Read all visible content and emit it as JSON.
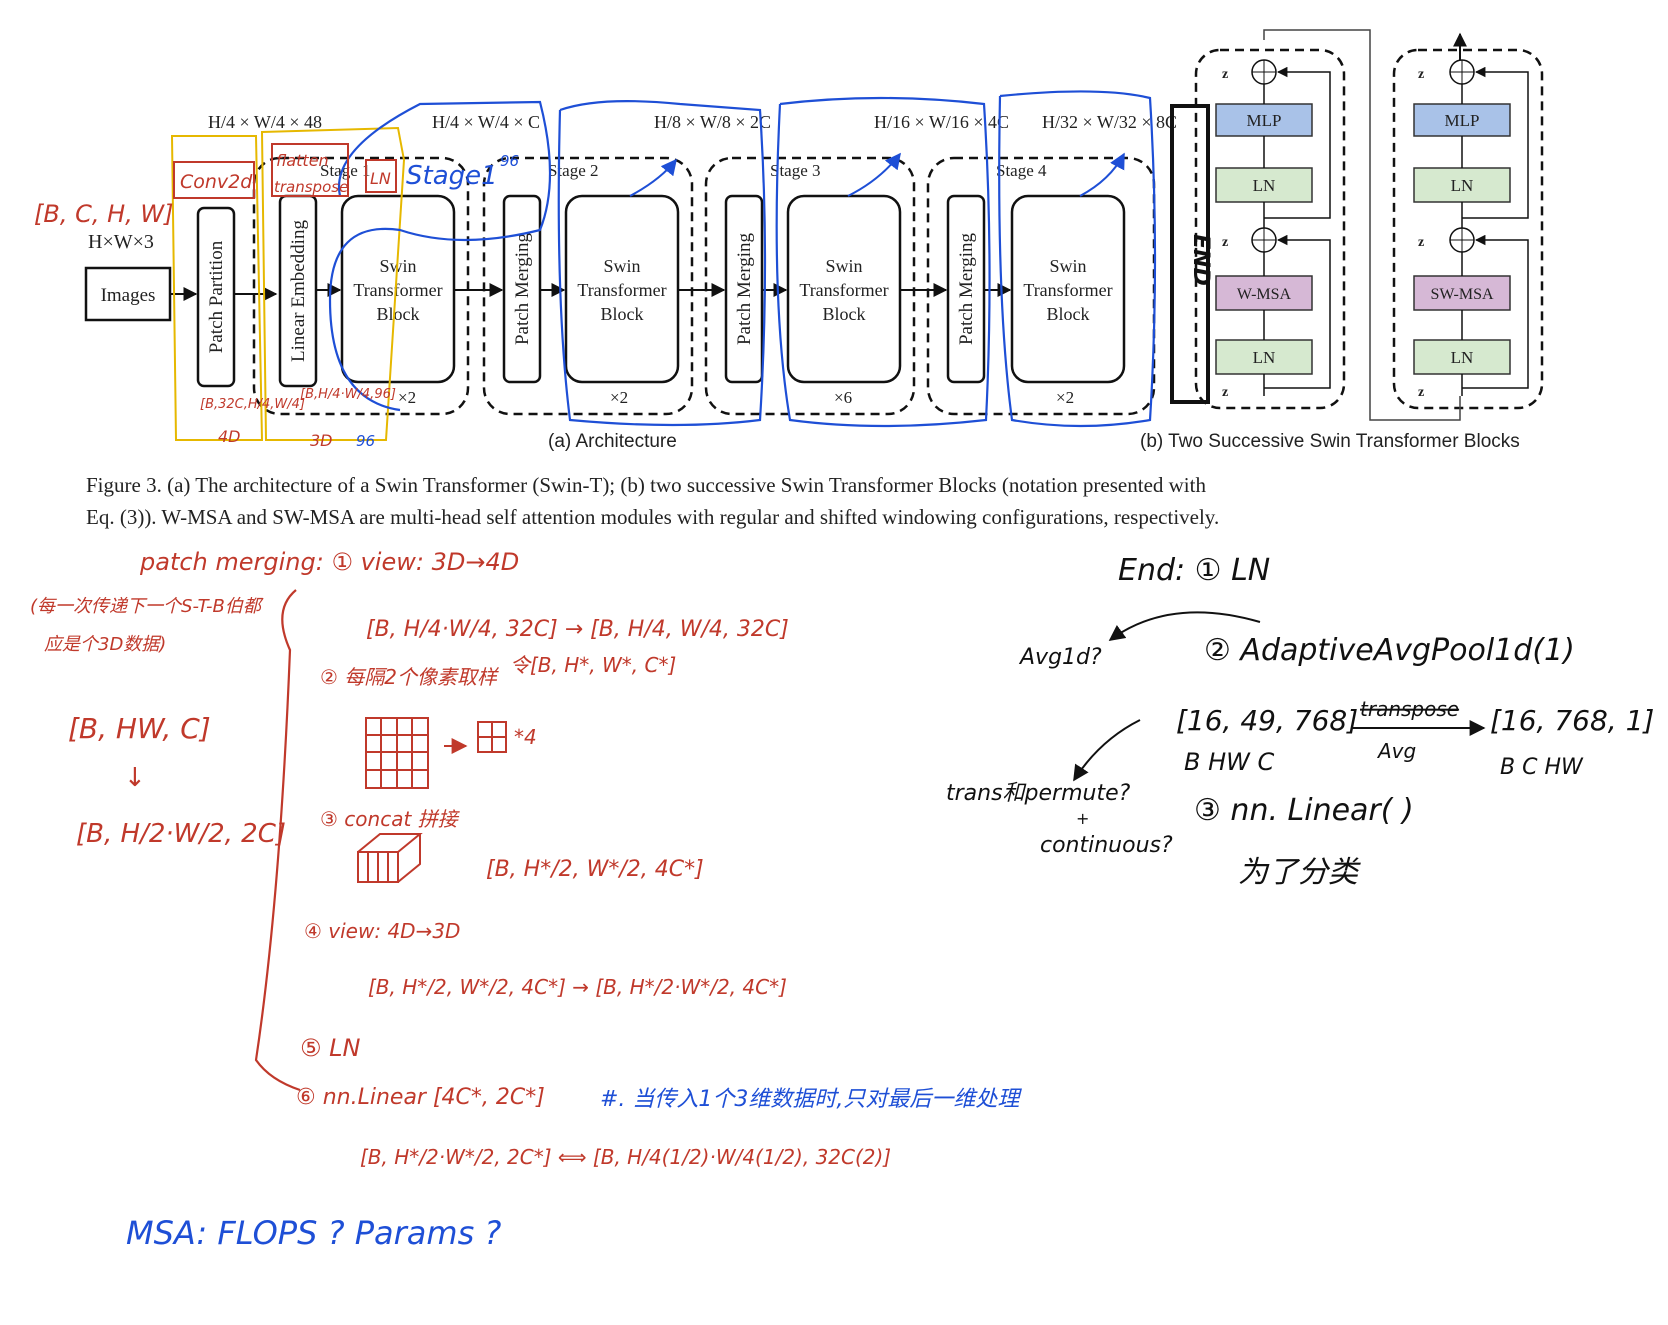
{
  "architecture": {
    "input_label": "H×W×3",
    "images": "Images",
    "patch_partition": "Patch Partition",
    "linear_embedding": "Linear Embedding",
    "patch_merging": "Patch Merging",
    "swin_block_line1": "Swin",
    "swin_block_line2": "Transformer",
    "swin_block_line3": "Block",
    "stage1": "Stage 1",
    "stage2": "Stage 2",
    "stage3": "Stage 3",
    "stage4": "Stage 4",
    "dim_48": "H/4 × W/4 × 48",
    "dim_c": "H/4 × W/4 × C",
    "dim_2c": "H/8 × W/8 × 2C",
    "dim_4c": "H/16 × W/16 × 4C",
    "dim_8c": "H/32 × W/32 × 8C",
    "repeat1": "×2",
    "repeat2": "×2",
    "repeat3": "×6",
    "repeat4": "×2",
    "caption_a": "(a) Architecture"
  },
  "blocks": {
    "mlp": "MLP",
    "ln": "LN",
    "wmsa": "W-MSA",
    "swmsa": "SW-MSA",
    "z_l": "z",
    "caption_b": "(b) Two Successive Swin Transformer Blocks"
  },
  "figure_caption": {
    "line1": "Figure 3. (a) The architecture of a Swin Transformer (Swin-T); (b) two successive Swin Transformer Blocks (notation presented with",
    "line2": "Eq. (3)). W-MSA and SW-MSA are multi-head self attention modules with regular and shifted windowing configurations, respectively."
  },
  "annotations": {
    "bchw": "[B, C, H, W]",
    "conv2d": "Conv2d",
    "flatten": "flatten",
    "transpose": "transpose",
    "ln_box": "LN",
    "stage1_hw": "Stage1",
    "num96": "96",
    "num96b": "96",
    "b32c": "[B,32C,H/4,W/4]",
    "b_hw_96": "[B,H/4·W/4,96]",
    "fourD": "4D",
    "threeD": "3D",
    "end": "END",
    "pm_title": "patch merging: ① view: 3D→4D",
    "pm_note1": "(每一次传递下一个S-T-B伯都",
    "pm_note2": "应是个3D数据)",
    "pm_bhwc": "[B, HW, C]",
    "pm_arrow": "↓",
    "pm_b2c": "[B, H/2·W/2, 2C]",
    "pm_s1": "[B, H/4·W/4, 32C] → [B, H/4, W/4, 32C]",
    "pm_s2_note": "令[B, H*, W*, C*]",
    "pm_s2": "② 每隔2个像素取样",
    "pm_x4": "*4",
    "pm_s3": "③ concat 拼接",
    "pm_s3_dim": "[B, H*/2, W*/2, 4C*]",
    "pm_s4": "④ view: 4D→3D",
    "pm_s4_dim": "[B, H*/2, W*/2, 4C*] → [B, H*/2·W*/2, 4C*]",
    "pm_s5": "⑤ LN",
    "pm_s6": "⑥ nn.Linear [4C*, 2C*]",
    "pm_s6_note": "#. 当传入1个3维数据时,只对最后一维处理",
    "pm_s6_dim": "[B, H*/2·W*/2, 2C*] ⟺ [B, H/4(1/2)·W/4(1/2), 32C(2)]",
    "end_title": "End: ① LN",
    "end_avg1d": "Avg1d?",
    "end_pool": "② AdaptiveAvgPool1d(1)",
    "end_dims_left": "[16, 49, 768]",
    "end_transpose": "transpose",
    "end_avg": "Avg",
    "end_dims_right": "[16, 768, 1]",
    "end_bhwc": "B   HW   C",
    "end_bchw": "B   C   HW",
    "end_q": "trans和permute?",
    "end_plus": "+",
    "end_cont": "continuous?",
    "end_linear": "③ nn. Linear( )",
    "end_cls": "为了分类",
    "msa": "MSA: FLOPS ? Params ?"
  }
}
